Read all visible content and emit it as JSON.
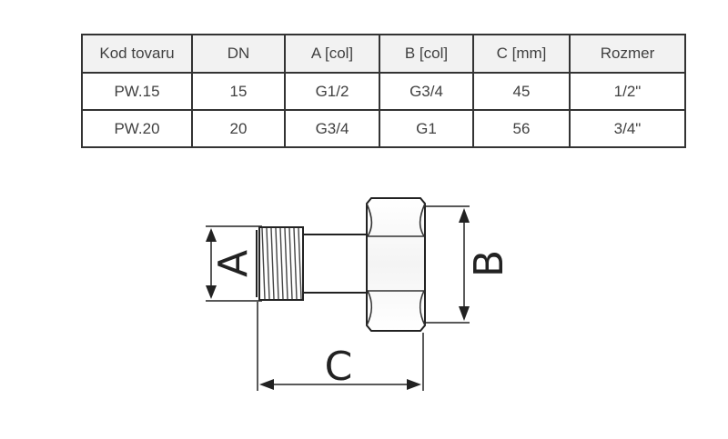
{
  "table": {
    "headers": [
      "Kod tovaru",
      "DN",
      "A [col]",
      "B [col]",
      "C [mm]",
      "Rozmer"
    ],
    "rows": [
      [
        "PW.15",
        "15",
        "G1/2",
        "G3/4",
        "45",
        "1/2\""
      ],
      [
        "PW.20",
        "20",
        "G3/4",
        "G1",
        "56",
        "3/4\""
      ]
    ]
  },
  "drawing": {
    "dimension_a": "A",
    "dimension_b": "B",
    "dimension_c": "C"
  }
}
